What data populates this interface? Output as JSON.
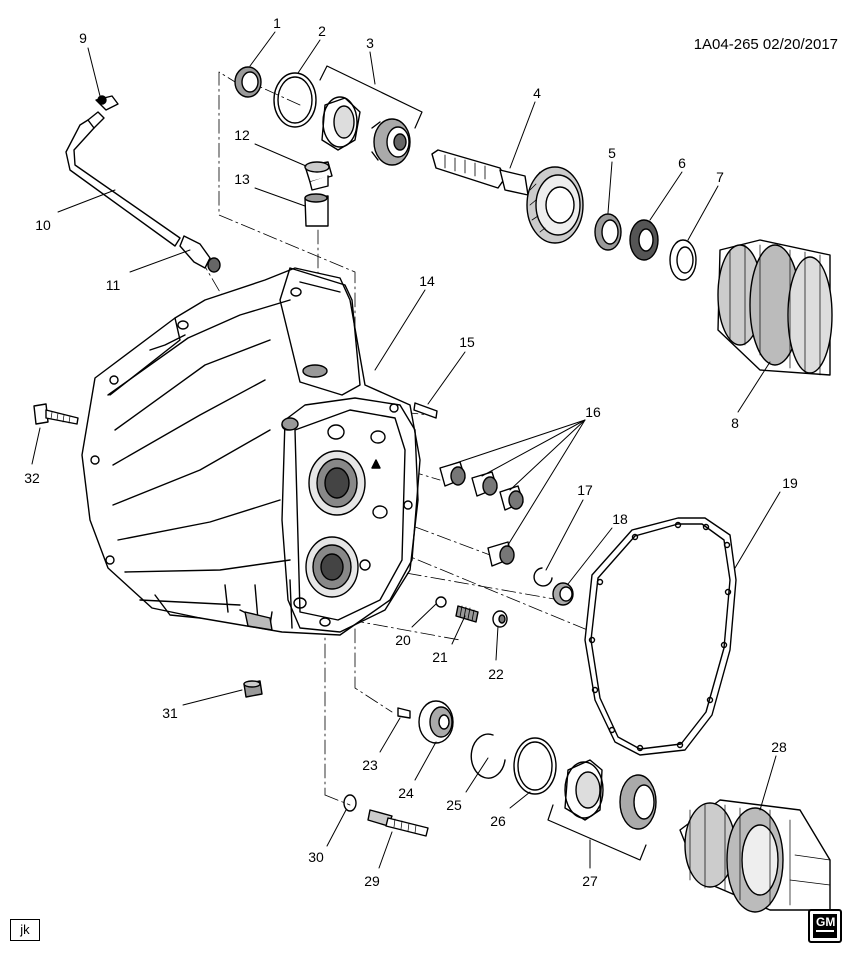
{
  "diagram": {
    "code": "1A04-265 02/20/2017",
    "reference": "jk",
    "logo_text": "GM",
    "callouts": [
      "1",
      "2",
      "3",
      "4",
      "5",
      "6",
      "7",
      "8",
      "9",
      "10",
      "11",
      "12",
      "13",
      "14",
      "15",
      "16",
      "17",
      "18",
      "19",
      "20",
      "21",
      "22",
      "23",
      "24",
      "25",
      "26",
      "27",
      "28",
      "29",
      "30",
      "31",
      "32"
    ]
  },
  "colors": {
    "line": "#000000",
    "fill": "#ffffff",
    "shade": "#c8c8c8"
  }
}
